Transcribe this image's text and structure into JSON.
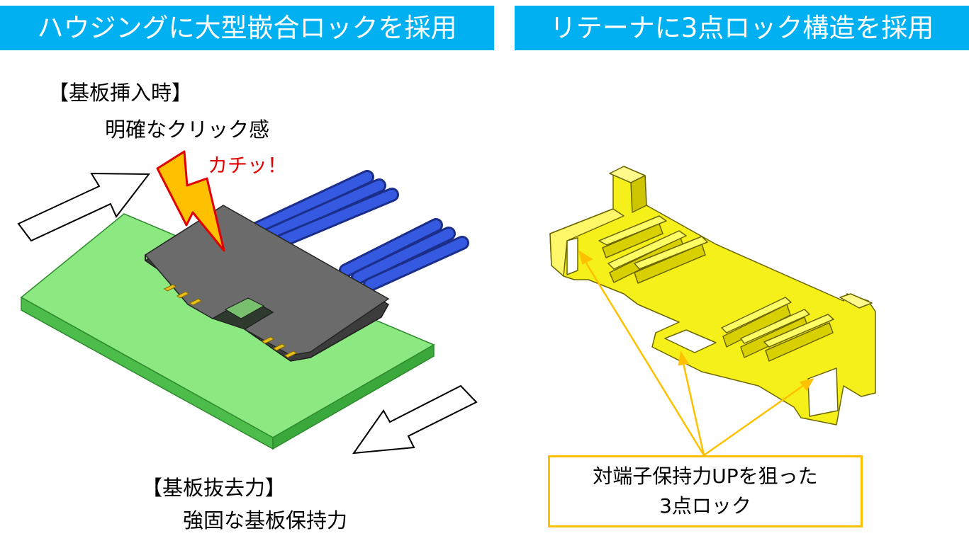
{
  "headings": {
    "left": "ハウジングに大型嵌合ロックを採用",
    "right": "リテーナに3点ロック構造を採用"
  },
  "insertion": {
    "title": "【基板挿入時】",
    "description": "明確なクリック感",
    "sound": "カチッ！"
  },
  "extraction": {
    "title": "【基板抜去力】",
    "description": "強固な基板保持力"
  },
  "callout": {
    "line1": "対端子保持力UPを狙った",
    "line2": "3点ロック"
  },
  "colors": {
    "banner": "#00b0f0",
    "board": "#86e87a",
    "housing": "#5a5a5a",
    "wire": "#2f4fd8",
    "retainer": "#f5ef1a",
    "callout": "#ffc000",
    "sound": "#e00000"
  }
}
